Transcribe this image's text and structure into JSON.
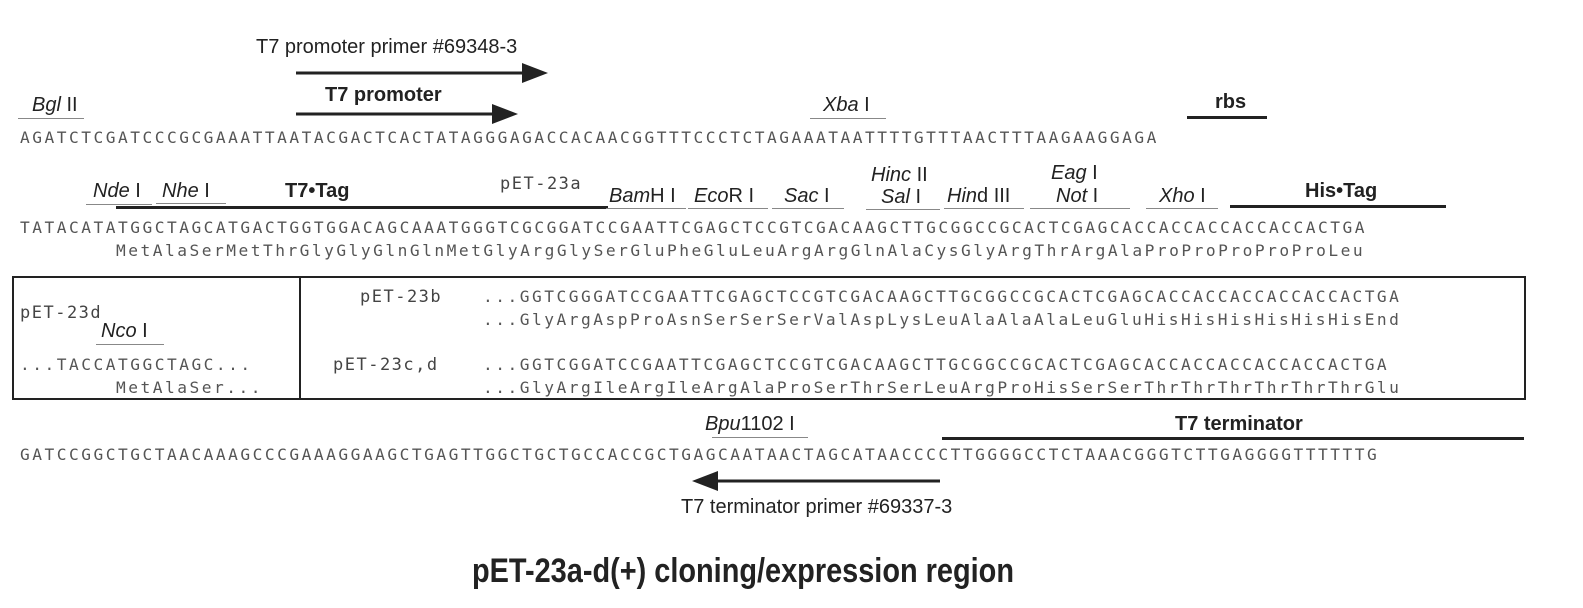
{
  "primers": {
    "t7_promoter_primer": "T7 promoter primer #69348-3",
    "t7_terminator_primer": "T7 terminator primer #69337-3"
  },
  "features": {
    "t7_promoter": "T7 promoter",
    "rbs": "rbs",
    "t7_tag": "T7•Tag",
    "his_tag": "His•Tag",
    "t7_terminator": "T7 terminator"
  },
  "sites": {
    "bgl": {
      "italic": "Bgl",
      "rest": " II"
    },
    "xba": {
      "italic": "Xba",
      "rest": " I"
    },
    "nde": {
      "italic": "Nde",
      "rest": " I"
    },
    "nhe": {
      "italic": "Nhe",
      "rest": " I"
    },
    "bam": {
      "italic": "Bam",
      "rest": "H I"
    },
    "eco": {
      "italic": "Eco",
      "rest": "R I"
    },
    "sac": {
      "italic": "Sac",
      "rest": " I"
    },
    "hinc": {
      "italic": "Hinc",
      "rest": " II"
    },
    "sal": {
      "italic": "Sal",
      "rest": " I"
    },
    "hind": {
      "italic": "Hin",
      "rest": "d III"
    },
    "eag": {
      "italic": "Eag",
      "rest": " I"
    },
    "not": {
      "italic": "Not",
      "rest": " I"
    },
    "xho": {
      "italic": "Xho",
      "rest": " I"
    },
    "nco": {
      "italic": "Nco",
      "rest": " I"
    },
    "bpu": {
      "italic": "Bpu",
      "rest": "1102 I"
    }
  },
  "vectors": {
    "a": "pET-23a",
    "b": "pET-23b",
    "cd": "pET-23c,d",
    "d": "pET-23d"
  },
  "sequences": {
    "row1": "AGATCTCGATCCCGCGAAATTAATACGACTCACTATAGGGAGACCACAACGGTTTCCCTCTAGAAATAATTTTGTTTAACTTTAAGAAGGAGA",
    "row2": "TATACATATGGCTAGCATGACTGGTGGACAGCAAATGGGTCGCGGATCCGAATTCGAGCTCCGTCGACAAGCTTGCGGCCGCACTCGAGCACCACCACCACCACCACTGA",
    "row2_aa": "MetAlaSerMetThrGlyGlyGlnGlnMetGlyArgGlySerGluPheGluLeuArgArgGlnAlaCysGlyArgThrArgAlaProProProProProLeu",
    "b_dna": "...GGTCGGGATCCGAATTCGAGCTCCGTCGACAAGCTTGCGGCCGCACTCGAGCACCACCACCACCACCACTGA",
    "b_aa": "...GlyArgAspProAsnSerSerSerValAspLysLeuAlaAlaAlaLeuGluHisHisHisHisHisHisEnd",
    "cd_dna": "...GGTCGGATCCGAATTCGAGCTCCGTCGACAAGCTTGCGGCCGCACTCGAGCACCACCACCACCACCACTGA",
    "cd_aa": "...GlyArgIleArgIleArgAlaProSerThrSerLeuArgProHisSerSerThrThrThrThrThrThrGlu",
    "d_dna": "...TACCATGGCTAGC...",
    "d_aa": "MetAlaSer...",
    "row4": "GATCCGGCTGCTAACAAAGCCCGAAAGGAAGCTGAGTTGGCTGCTGCCACCGCTGAGCAATAACTAGCATAACCCCTTGGGGCCTCTAAACGGGTCTTGAGGGGTTTTTTG"
  },
  "title": "pET-23a-d(+) cloning/expression region"
}
